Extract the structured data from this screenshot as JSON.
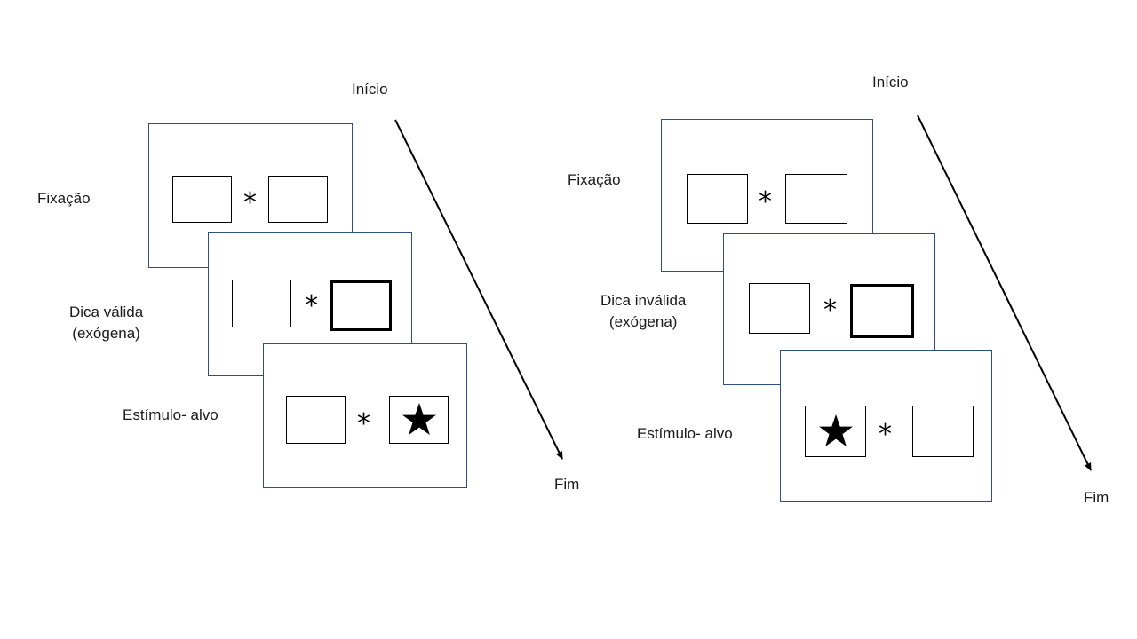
{
  "left_panel": {
    "start_label": "Início",
    "end_label": "Fim",
    "fixation": {
      "label": "Fixação",
      "center_symbol": "*"
    },
    "cue": {
      "label_line1": "Dica válida",
      "label_line2": "(exógena)",
      "center_symbol": "*",
      "cued_side": "right"
    },
    "target": {
      "label": "Estímulo- alvo",
      "center_symbol": "*",
      "target_side": "right",
      "target_icon": "star-icon"
    }
  },
  "right_panel": {
    "start_label": "Início",
    "end_label": "Fim",
    "fixation": {
      "label": "Fixação",
      "center_symbol": "*"
    },
    "cue": {
      "label_line1": "Dica inválida",
      "label_line2": "(exógena)",
      "center_symbol": "*",
      "cued_side": "right"
    },
    "target": {
      "label": "Estímulo- alvo",
      "center_symbol": "*",
      "target_side": "left",
      "target_icon": "star-icon"
    }
  },
  "colors": {
    "frame_border": "#2f4f7f",
    "box_border": "#000000",
    "arrow": "#000000"
  }
}
